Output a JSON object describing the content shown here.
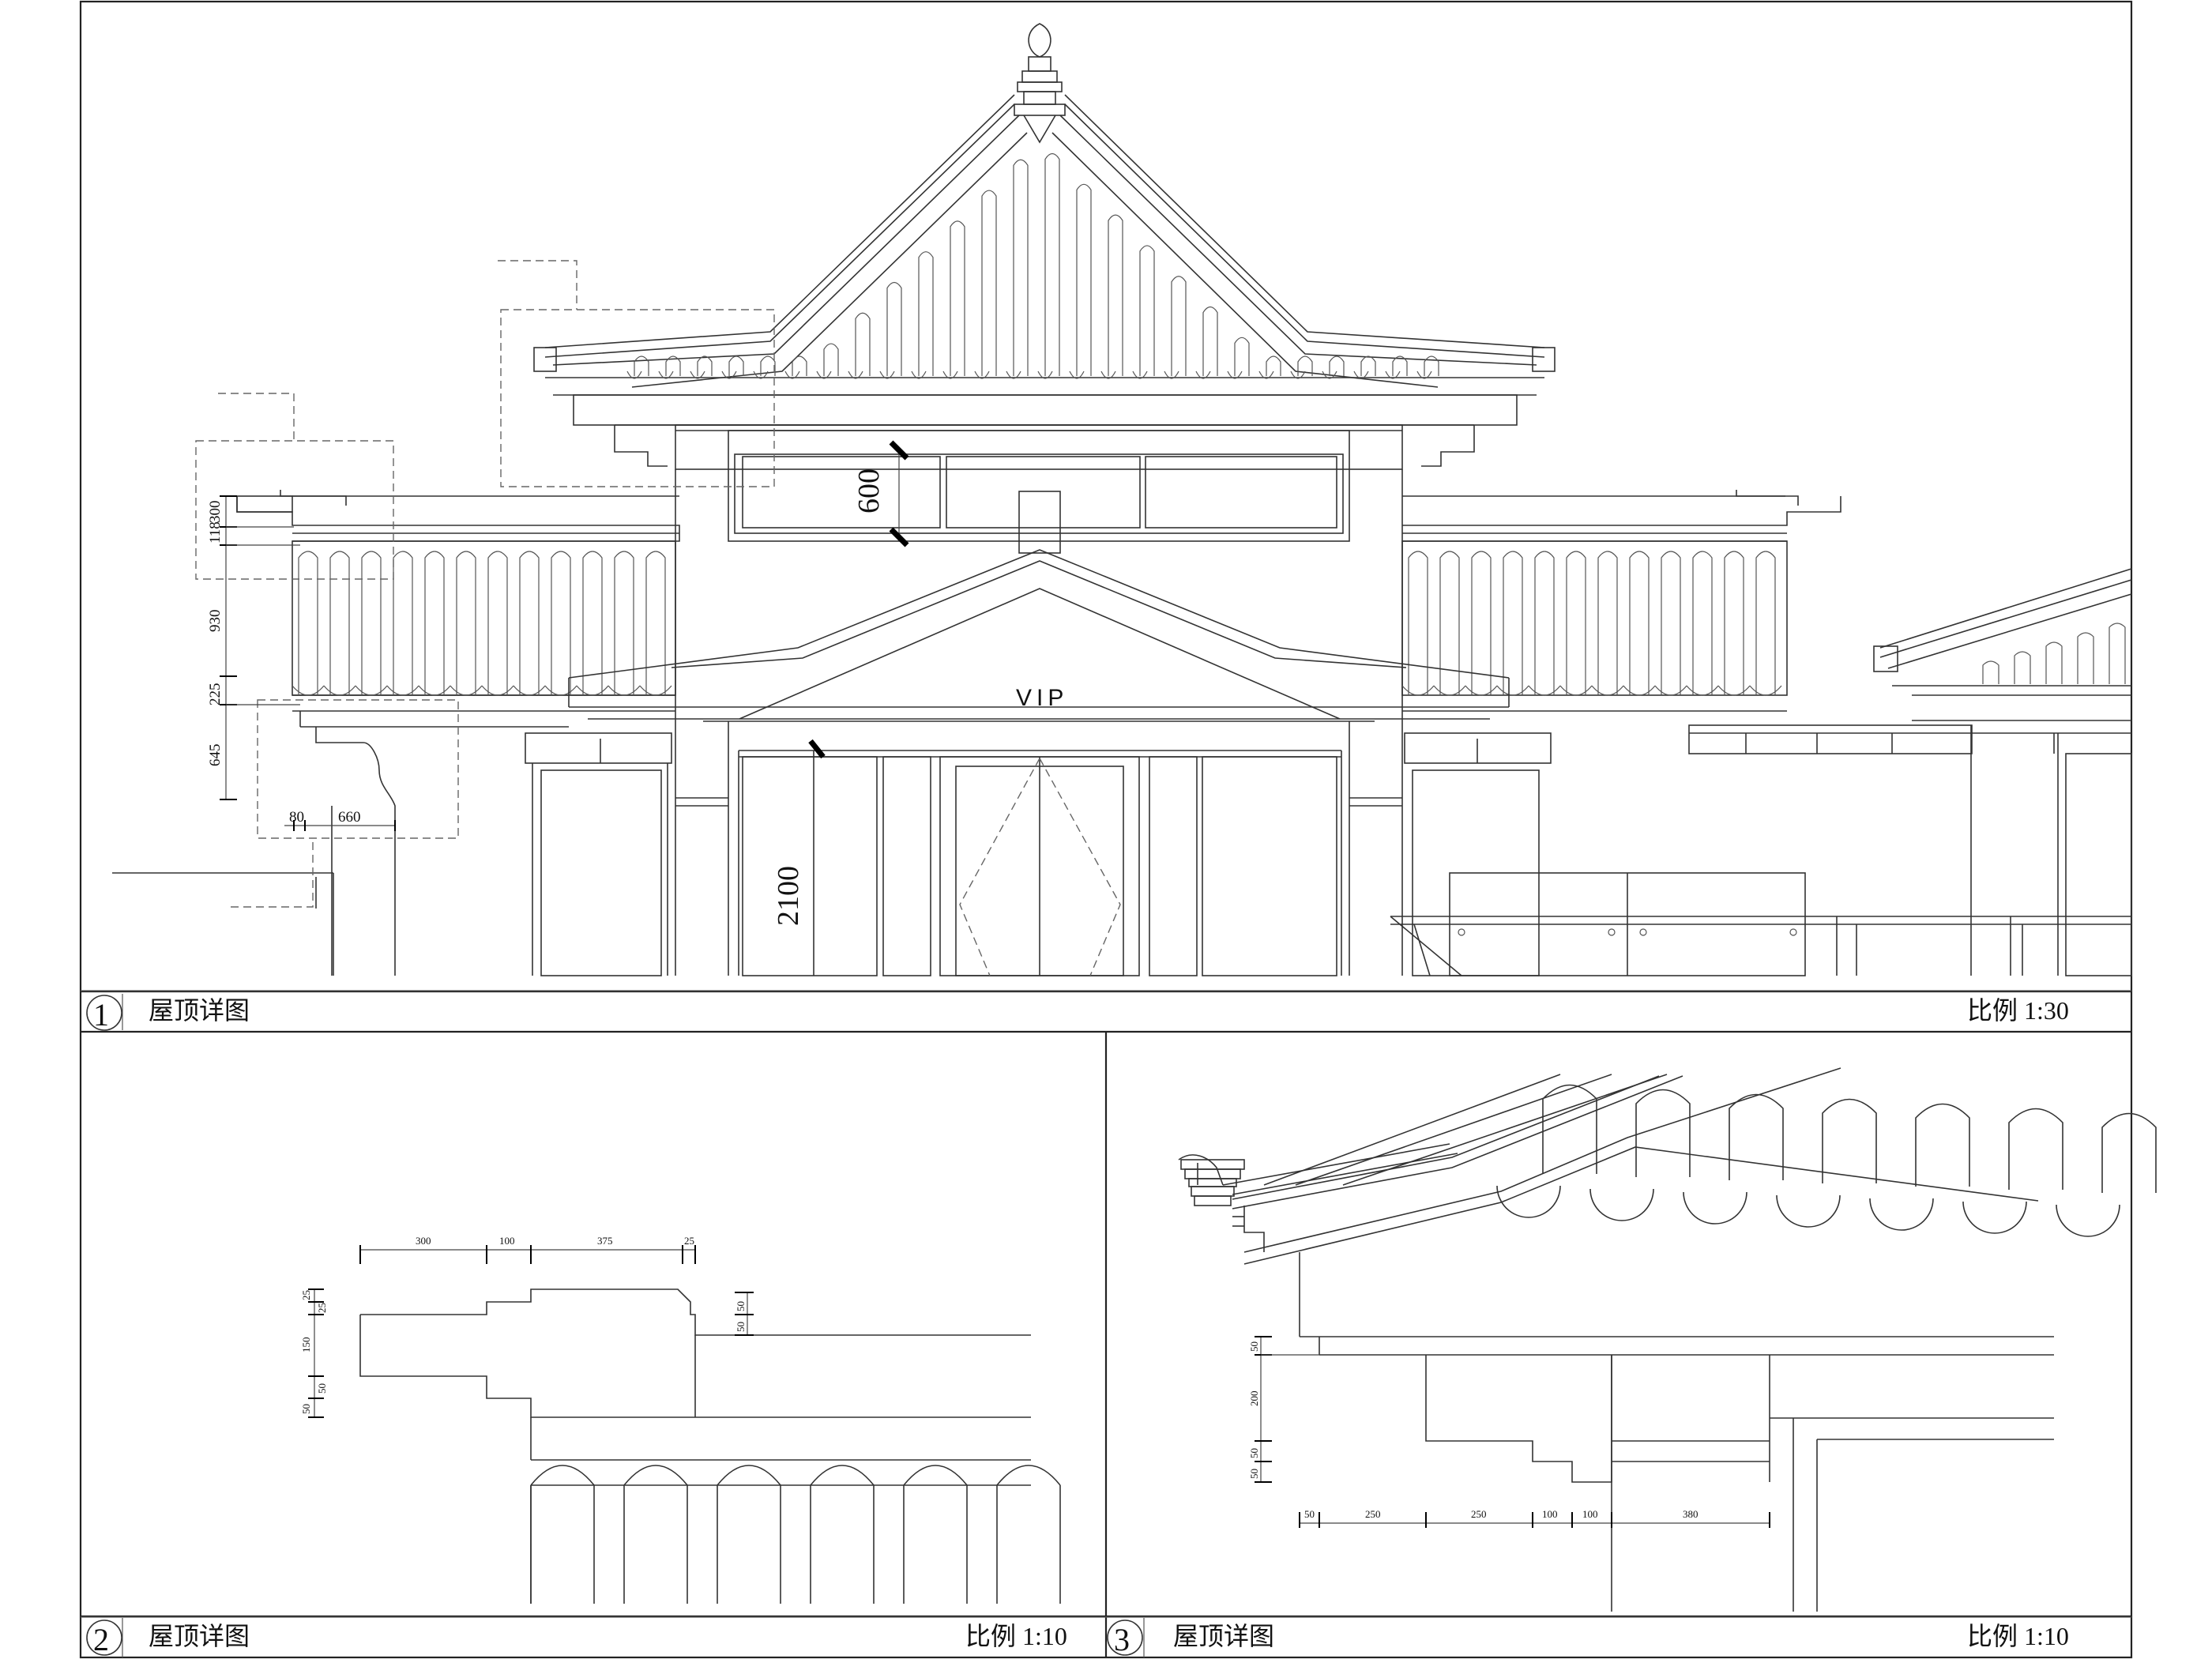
{
  "sheet": {
    "panels": [
      {
        "number": "1",
        "title": "屋顶详图",
        "scale": "比例   1:30"
      },
      {
        "number": "2",
        "title": "屋顶详图",
        "scale": "比例   1:10"
      },
      {
        "number": "3",
        "title": "屋顶详图",
        "scale": "比例   1:10"
      }
    ]
  },
  "elevation": {
    "sign_text": "VIP",
    "dim_vertical": [
      "300",
      "118",
      "930",
      "225",
      "645"
    ],
    "dim_horizontal": [
      "80",
      "660"
    ],
    "dim_window": "600",
    "dim_door": "2100"
  },
  "detail2": {
    "dims_top": [
      "300",
      "100",
      "375",
      "25"
    ],
    "dims_left": [
      "25",
      "25",
      "150",
      "50",
      "50"
    ],
    "dims_right": [
      "50",
      "50"
    ]
  },
  "detail3": {
    "dims_left": [
      "50",
      "200",
      "50",
      "50"
    ],
    "dims_bottom": [
      "50",
      "250",
      "250",
      "100",
      "100",
      "380"
    ]
  }
}
